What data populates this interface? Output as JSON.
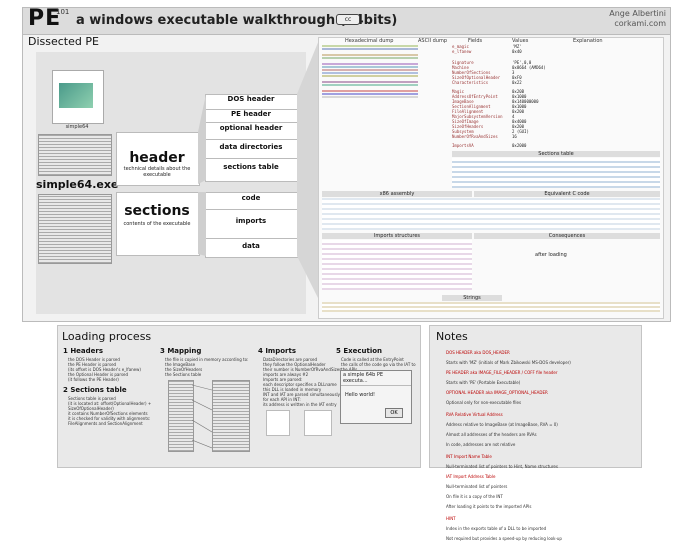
{
  "header": {
    "logo": "PE",
    "version": "101",
    "title": "a windows executable walkthrough (64bits)",
    "license": "cc",
    "author": "Ange Albertini",
    "site": "corkami.com"
  },
  "dissected": {
    "title": "Dissected PE",
    "icon_label": "simple64",
    "file_name": "simple64.exe",
    "header_label": "header",
    "header_sub": "technical details about the executable",
    "sections_label": "sections",
    "sections_sub": "contents of the executable",
    "dos_header": "DOS header",
    "pe_header": "PE header",
    "optional_header": "optional header",
    "data_directories": "data directories",
    "sections_table": "sections table",
    "code": "code",
    "imports": "imports",
    "data": "data"
  },
  "table": {
    "columns": [
      "Hexadecimal dump",
      "ASCII dump",
      "Fields",
      "Values",
      "Explanation"
    ],
    "fields": [
      "e_magic",
      "e_lfanew",
      "Signature",
      "Machine",
      "NumberOfSections",
      "SizeOfOptionalHeader",
      "Characteristics",
      "Magic",
      "AddressOfEntryPoint",
      "ImageBase",
      "SectionAlignment",
      "FileAlignment",
      "MajorSubsystemVersion",
      "SizeOfImage",
      "SizeOfHeaders",
      "Subsystem",
      "NumberOfRvaAndSizes",
      "ImportsVA"
    ],
    "values": [
      "'MZ'",
      "0x40",
      "'PE',0,0",
      "0x8664 (AMD64)",
      "3",
      "0xF0",
      "0x22",
      "0x20B",
      "0x1000",
      "0x140000000",
      "0x1000",
      "0x200",
      "4",
      "0x4000",
      "0x200",
      "2 (GUI)",
      "16",
      "0x2000"
    ],
    "sections_panel": "Sections table",
    "x86_panel": "x86 assembly",
    "c_panel": "Equivalent C code",
    "imports_panel": "Imports structures",
    "consequences_panel": "Consequences",
    "strings_panel": "Strings",
    "after_loading": "after loading"
  },
  "loading": {
    "title": "Loading process",
    "steps": [
      {
        "num": "1",
        "title": "Headers",
        "text": "the DOS Header is parsed\nthe PE Header is parsed\n(its offset is DOS Header's e_lfanew)\nthe Optional Header is parsed\n(it follows the PE Header)"
      },
      {
        "num": "2",
        "title": "Sections table",
        "text": "Sections table is parsed\n(it is located at: offset(OptionalHeader) + SizeOfOptionalHeader)\nit contains NumberOfSections elements\nit is checked for validity with alignments:\nFileAlignments and SectionAlignment"
      },
      {
        "num": "3",
        "title": "Mapping",
        "text": "the file is copied in memory according to:\nthe ImageBase\nthe SizeOfHeaders\nthe Sections table"
      },
      {
        "num": "4",
        "title": "Imports",
        "text": "DataDirectories are parsed\nthey follow the OptionalHeader\ntheir number is NumberOfRvaAndSizes\nimports are always #2\nImports are parsed:\neach descriptor specifies a DLLname\nthis DLL is loaded in memory\nINT and IAT are parsed simultaneously\nfor each API in INT:\nits address is written in the IAT entry"
      },
      {
        "num": "5",
        "title": "Execution",
        "text": "Code is called at the EntryPoint\nthe calls of the code go via the IAT to the APIs"
      }
    ],
    "dialog": {
      "title": "a simple 64b PE executa...",
      "message": "Hello world!",
      "ok": "OK"
    }
  },
  "notes": {
    "title": "Notes",
    "lines": [
      "DOS HEADER aka DOS_HEADER",
      "Starts with 'MZ' (initials of Mark Zbikowski MS-DOS developer)",
      "PE HEADER aka IMAGE_FILE_HEADER / COFF file header",
      "Starts with 'PE' (Portable Executable)",
      "OPTIONAL HEADER aka IMAGE_OPTIONAL_HEADER",
      "Optional only for non-executable files",
      "RVA Relative Virtual Address",
      "Address relative to ImageBase (at ImageBase, RVA = 0)",
      "Almost all addresses of the headers are RVAs",
      "In code, addresses are not relative",
      "INT Import Name Table",
      "Null-terminated list of pointers to Hint, Name structures",
      "IAT Import Address Table",
      "Null-terminated list of pointers",
      "On file it is a copy of the INT",
      "After loading it points to the imported APIs",
      "HINT",
      "Index in the exports table of a DLL to be imported",
      "Not required but provides a speed-up by reducing look-up"
    ]
  }
}
